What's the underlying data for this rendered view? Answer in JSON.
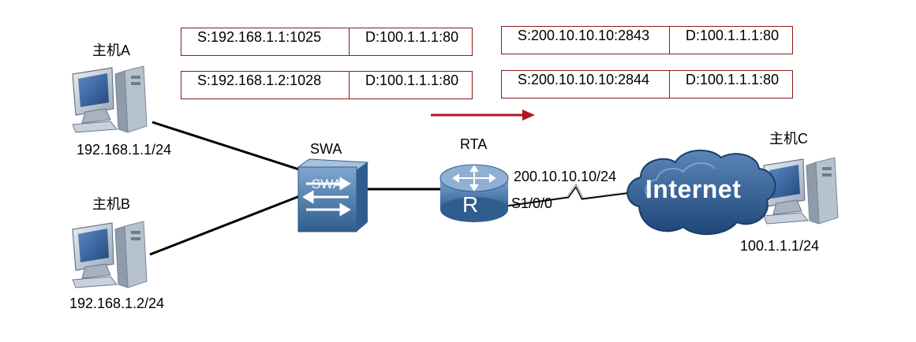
{
  "hosts": {
    "a": {
      "name": "主机A",
      "ip": "192.168.1.1/24"
    },
    "b": {
      "name": "主机B",
      "ip": "192.168.1.2/24"
    },
    "c": {
      "name": "主机C",
      "ip": "100.1.1.1/24"
    }
  },
  "switch": {
    "name": "SWA",
    "icon_text": "SWA"
  },
  "router": {
    "name": "RTA",
    "icon_text": "R",
    "wan_ip": "200.10.10.10/24",
    "interface": "S1/0/0"
  },
  "cloud": {
    "label": "Internet"
  },
  "tables": {
    "inside": [
      {
        "src": "S:192.168.1.1:1025",
        "dst": "D:100.1.1.1:80"
      },
      {
        "src": "S:192.168.1.2:1028",
        "dst": "D:100.1.1.1:80"
      }
    ],
    "outside": [
      {
        "src": "S:200.10.10.10:2843",
        "dst": "D:100.1.1.1:80"
      },
      {
        "src": "S:200.10.10.10:2844",
        "dst": "D:100.1.1.1:80"
      }
    ]
  },
  "colors": {
    "table_border": "#8b1a1a",
    "arrow": "#b0171b",
    "cloud": "#2d5a8e",
    "device": "#4f7fae"
  }
}
